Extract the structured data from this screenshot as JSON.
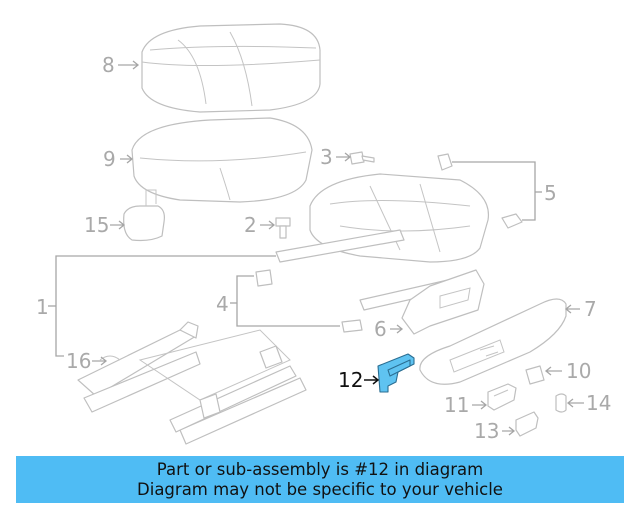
{
  "diagram": {
    "highlight_color": "#5fc3f1",
    "callouts": [
      {
        "id": "8",
        "label": "8"
      },
      {
        "id": "9",
        "label": "9"
      },
      {
        "id": "3",
        "label": "3"
      },
      {
        "id": "5",
        "label": "5"
      },
      {
        "id": "15",
        "label": "15"
      },
      {
        "id": "2",
        "label": "2"
      },
      {
        "id": "1",
        "label": "1"
      },
      {
        "id": "4",
        "label": "4"
      },
      {
        "id": "6",
        "label": "6"
      },
      {
        "id": "7",
        "label": "7"
      },
      {
        "id": "16",
        "label": "16"
      },
      {
        "id": "10",
        "label": "10"
      },
      {
        "id": "12",
        "label": "12"
      },
      {
        "id": "11",
        "label": "11"
      },
      {
        "id": "14",
        "label": "14"
      },
      {
        "id": "13",
        "label": "13"
      }
    ]
  },
  "banner": {
    "background": "#4fbcf4",
    "line1": "Part or sub-assembly is #12 in diagram",
    "line2": "Diagram may not be specific to your vehicle"
  }
}
